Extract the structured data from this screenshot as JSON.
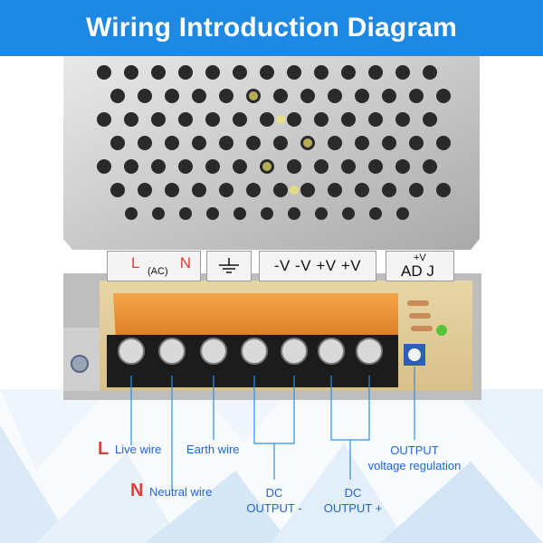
{
  "header": {
    "title": "Wiring Introduction Diagram"
  },
  "terminal_labels": {
    "ac": {
      "l": "L",
      "ac": "(AC)",
      "n": "N"
    },
    "dc": "-V  -V +V +V",
    "adj_top": "+V",
    "adj_main": "AD J"
  },
  "callouts": {
    "live_letter": "L",
    "live": "Live wire",
    "neutral_letter": "N",
    "neutral": "Neutral wire",
    "earth": "Earth wire",
    "dc_minus_1": "DC",
    "dc_minus_2": "OUTPUT -",
    "dc_plus_1": "DC",
    "dc_plus_2": "OUTPUT +",
    "output_1": "OUTPUT",
    "output_2": "voltage regulation"
  },
  "colors": {
    "banner": "#1e88e5",
    "callout_text": "#1f64d8",
    "letter_red": "#e53935",
    "leader_line": "#2f8fe0",
    "terminal_cover": "#f28c28"
  }
}
